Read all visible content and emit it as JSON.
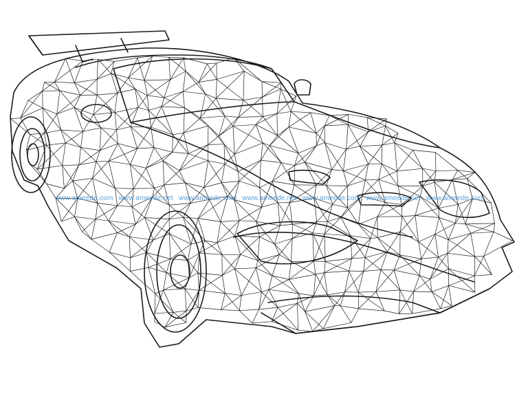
{
  "image": {
    "subject": "wireframe-sports-car-icon",
    "line_color": "#1a1a1a",
    "background_color": "#ffffff"
  },
  "watermark": {
    "color": "#3b8fd6",
    "items": [
      "www.ameede.com",
      "www.ameede.net",
      "www.ameede.com",
      "www.ameede.net",
      "www.ameede.com",
      "www.ameede.net",
      "www.ameede.com"
    ]
  }
}
